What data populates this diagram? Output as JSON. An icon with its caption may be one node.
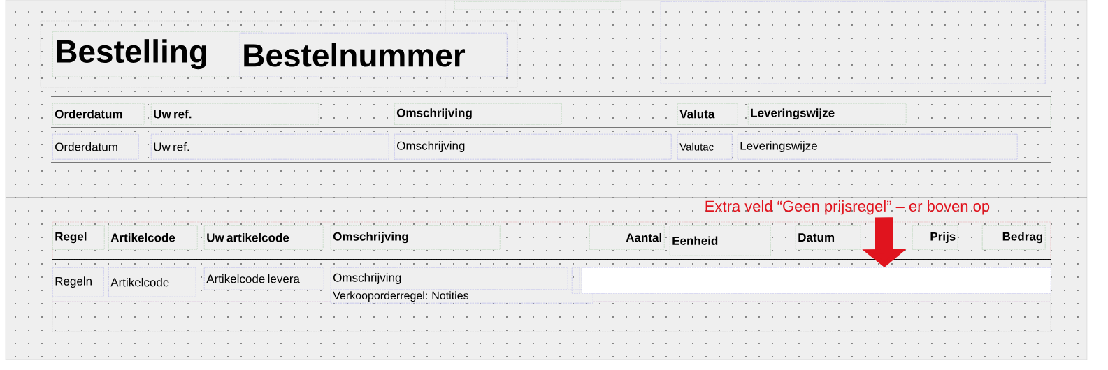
{
  "diagram": {
    "nodes": [
      {
        "text": [],
        "shape": "box"
      },
      {
        "text": [],
        "shape": "box"
      },
      {
        "text": [
          "Bestelling"
        ]
      },
      {
        "text": [
          "Bestelnummer"
        ]
      },
      {
        "text": [
          "Orderdatum"
        ]
      },
      {
        "text": [
          "Uw ref."
        ]
      },
      {
        "text": [
          "Omschrijving"
        ]
      },
      {
        "text": [
          "Valuta"
        ]
      },
      {
        "text": [
          "Leveringswijze"
        ]
      },
      {
        "text": [
          "Orderdatum"
        ]
      },
      {
        "text": [
          "Uw ref."
        ]
      },
      {
        "text": [
          "Omschrijving"
        ]
      },
      {
        "text": [
          "Valutac"
        ]
      },
      {
        "text": [
          "Leveringswijze"
        ]
      },
      {
        "text": [
          "Extra veld “Geen prijsregel” – er boven op"
        ]
      },
      {
        "text": [
          "Regel"
        ]
      },
      {
        "text": [
          "Artikelcode"
        ]
      },
      {
        "text": [
          "Uw artikelcode"
        ]
      },
      {
        "text": [
          "Omschrijving"
        ]
      },
      {
        "text": [
          "Aantal"
        ]
      },
      {
        "text": [
          "Eenheid"
        ]
      },
      {
        "text": [
          "Datum"
        ]
      },
      {
        "text": [
          "Prijs"
        ]
      },
      {
        "text": [
          "Bedrag"
        ]
      },
      {
        "text": [
          "Regeln"
        ]
      },
      {
        "text": [
          "Artikelcode"
        ]
      },
      {
        "text": [
          "Artikelcode levera"
        ]
      },
      {
        "text": [
          "Omschrijving"
        ]
      },
      {
        "text": [
          "Verkooporderregel: Notities"
        ]
      },
      {
        "text": [],
        "shape": "box"
      },
      {
        "text": [],
        "shape": "box"
      }
    ],
    "edges": [
      {
        "from": 14,
        "to": 30,
        "arrow": "to"
      }
    ]
  }
}
